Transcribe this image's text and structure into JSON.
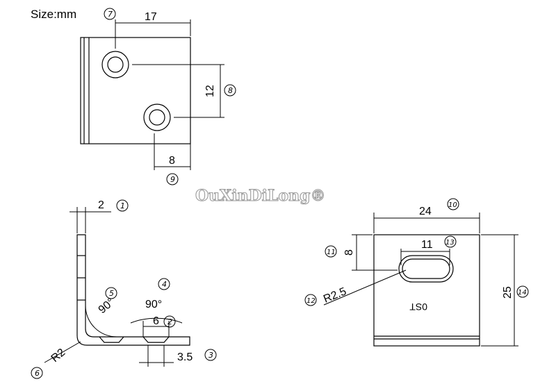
{
  "header": {
    "size_unit_label": "Size:mm"
  },
  "watermark": "OuXinDiLong®",
  "top_view": {
    "dim_width": "17",
    "dim_hole_spacing": "12",
    "dim_hole_offset": "8",
    "callouts": {
      "width": "7",
      "hole_spacing": "8",
      "hole_offset": "9"
    }
  },
  "side_view": {
    "dim_thickness": "2",
    "angle_inner": "90°",
    "angle_outer": "90°",
    "dim_countersink": "6",
    "dim_edge": "3.5",
    "radius": "R2",
    "callouts": {
      "thickness": "1",
      "countersink": "2",
      "edge": "3",
      "angle_outer": "4",
      "angle_inner": "5",
      "radius": "6"
    }
  },
  "front_view": {
    "dim_width": "24",
    "dim_height": "25",
    "dim_slot_length": "11",
    "dim_slot_offset": "8",
    "slot_radius": "R2.5",
    "engraving": "0ST",
    "callouts": {
      "width": "10",
      "slot_offset": "11",
      "slot_radius": "12",
      "slot_length": "13",
      "height": "14"
    }
  }
}
